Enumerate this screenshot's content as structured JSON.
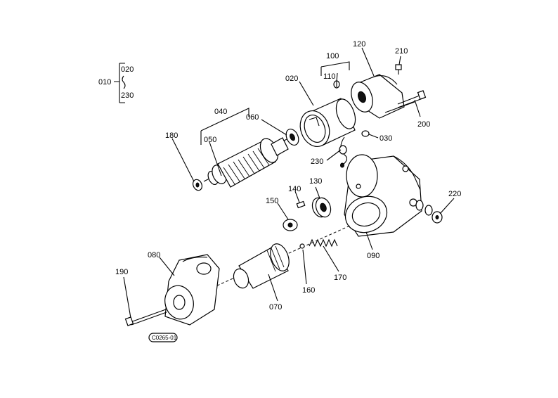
{
  "labels": {
    "assembly": "010",
    "range_start": "020",
    "range_end": "230",
    "p020": "020",
    "p030": "030",
    "p040": "040",
    "p050": "050",
    "p060": "060",
    "p070": "070",
    "p080": "080",
    "p090": "090",
    "p100": "100",
    "p110": "110",
    "p120": "120",
    "p130": "130",
    "p140": "140",
    "p150": "150",
    "p160": "160",
    "p170": "170",
    "p180": "180",
    "p190": "190",
    "p200": "200",
    "p210": "210",
    "p220": "220",
    "p230": "230"
  },
  "drawing_code": "C0265-01"
}
